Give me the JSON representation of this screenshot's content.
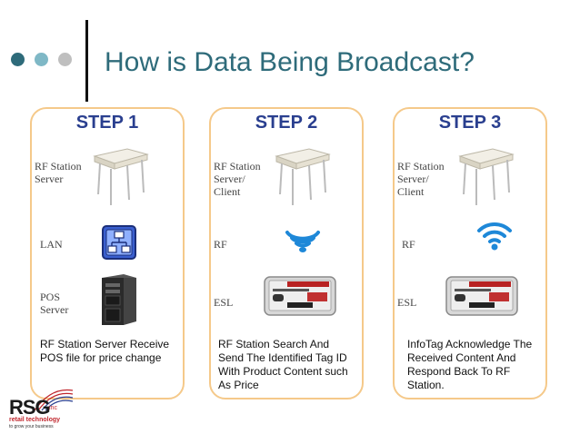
{
  "title": "How is Data Being Broadcast?",
  "colors": {
    "title": "#2e6b7a",
    "step": "#2a3f8f",
    "card_border": "#f5c98a",
    "dot1": "#2e6b7a",
    "dot2": "#7fb8c6",
    "dot3": "#bfbfbf"
  },
  "steps": [
    {
      "heading": "STEP 1",
      "rows": [
        {
          "label_lines": [
            "RF Station",
            "Server"
          ],
          "icon": "rf-station-icon"
        },
        {
          "label_lines": [
            "LAN"
          ],
          "icon": "lan-icon"
        },
        {
          "label_lines": [
            "POS",
            "Server"
          ],
          "icon": "pos-server-icon"
        }
      ],
      "caption_lines": [
        "RF Station Server Receive",
        "POS file for price change"
      ]
    },
    {
      "heading": "STEP 2",
      "rows": [
        {
          "label_lines": [
            "RF Station",
            "Server/",
            "Client"
          ],
          "icon": "rf-station-icon"
        },
        {
          "label_lines": [
            "RF"
          ],
          "icon": "rf-signal-icon"
        },
        {
          "label_lines": [
            "ESL"
          ],
          "icon": "esl-tag-icon"
        }
      ],
      "caption_lines": [
        "RF Station Search And",
        "Send The Identified Tag ID",
        "With Product Content such",
        "As Price"
      ]
    },
    {
      "heading": "STEP 3",
      "rows": [
        {
          "label_lines": [
            "RF Station",
            "Server/",
            "Client"
          ],
          "icon": "rf-station-icon"
        },
        {
          "label_lines": [
            "RF"
          ],
          "icon": "wifi-signal-icon"
        },
        {
          "label_lines": [
            "ESL"
          ],
          "icon": "esl-tag-icon"
        }
      ],
      "caption_lines": [
        "InfoTag Acknowledge The",
        "Received Content And",
        "Respond Back To RF",
        "Station."
      ]
    }
  ],
  "logo": {
    "name": "RSG",
    "inc": "inc",
    "line1": "retail technology",
    "line2": "to grow your business"
  }
}
